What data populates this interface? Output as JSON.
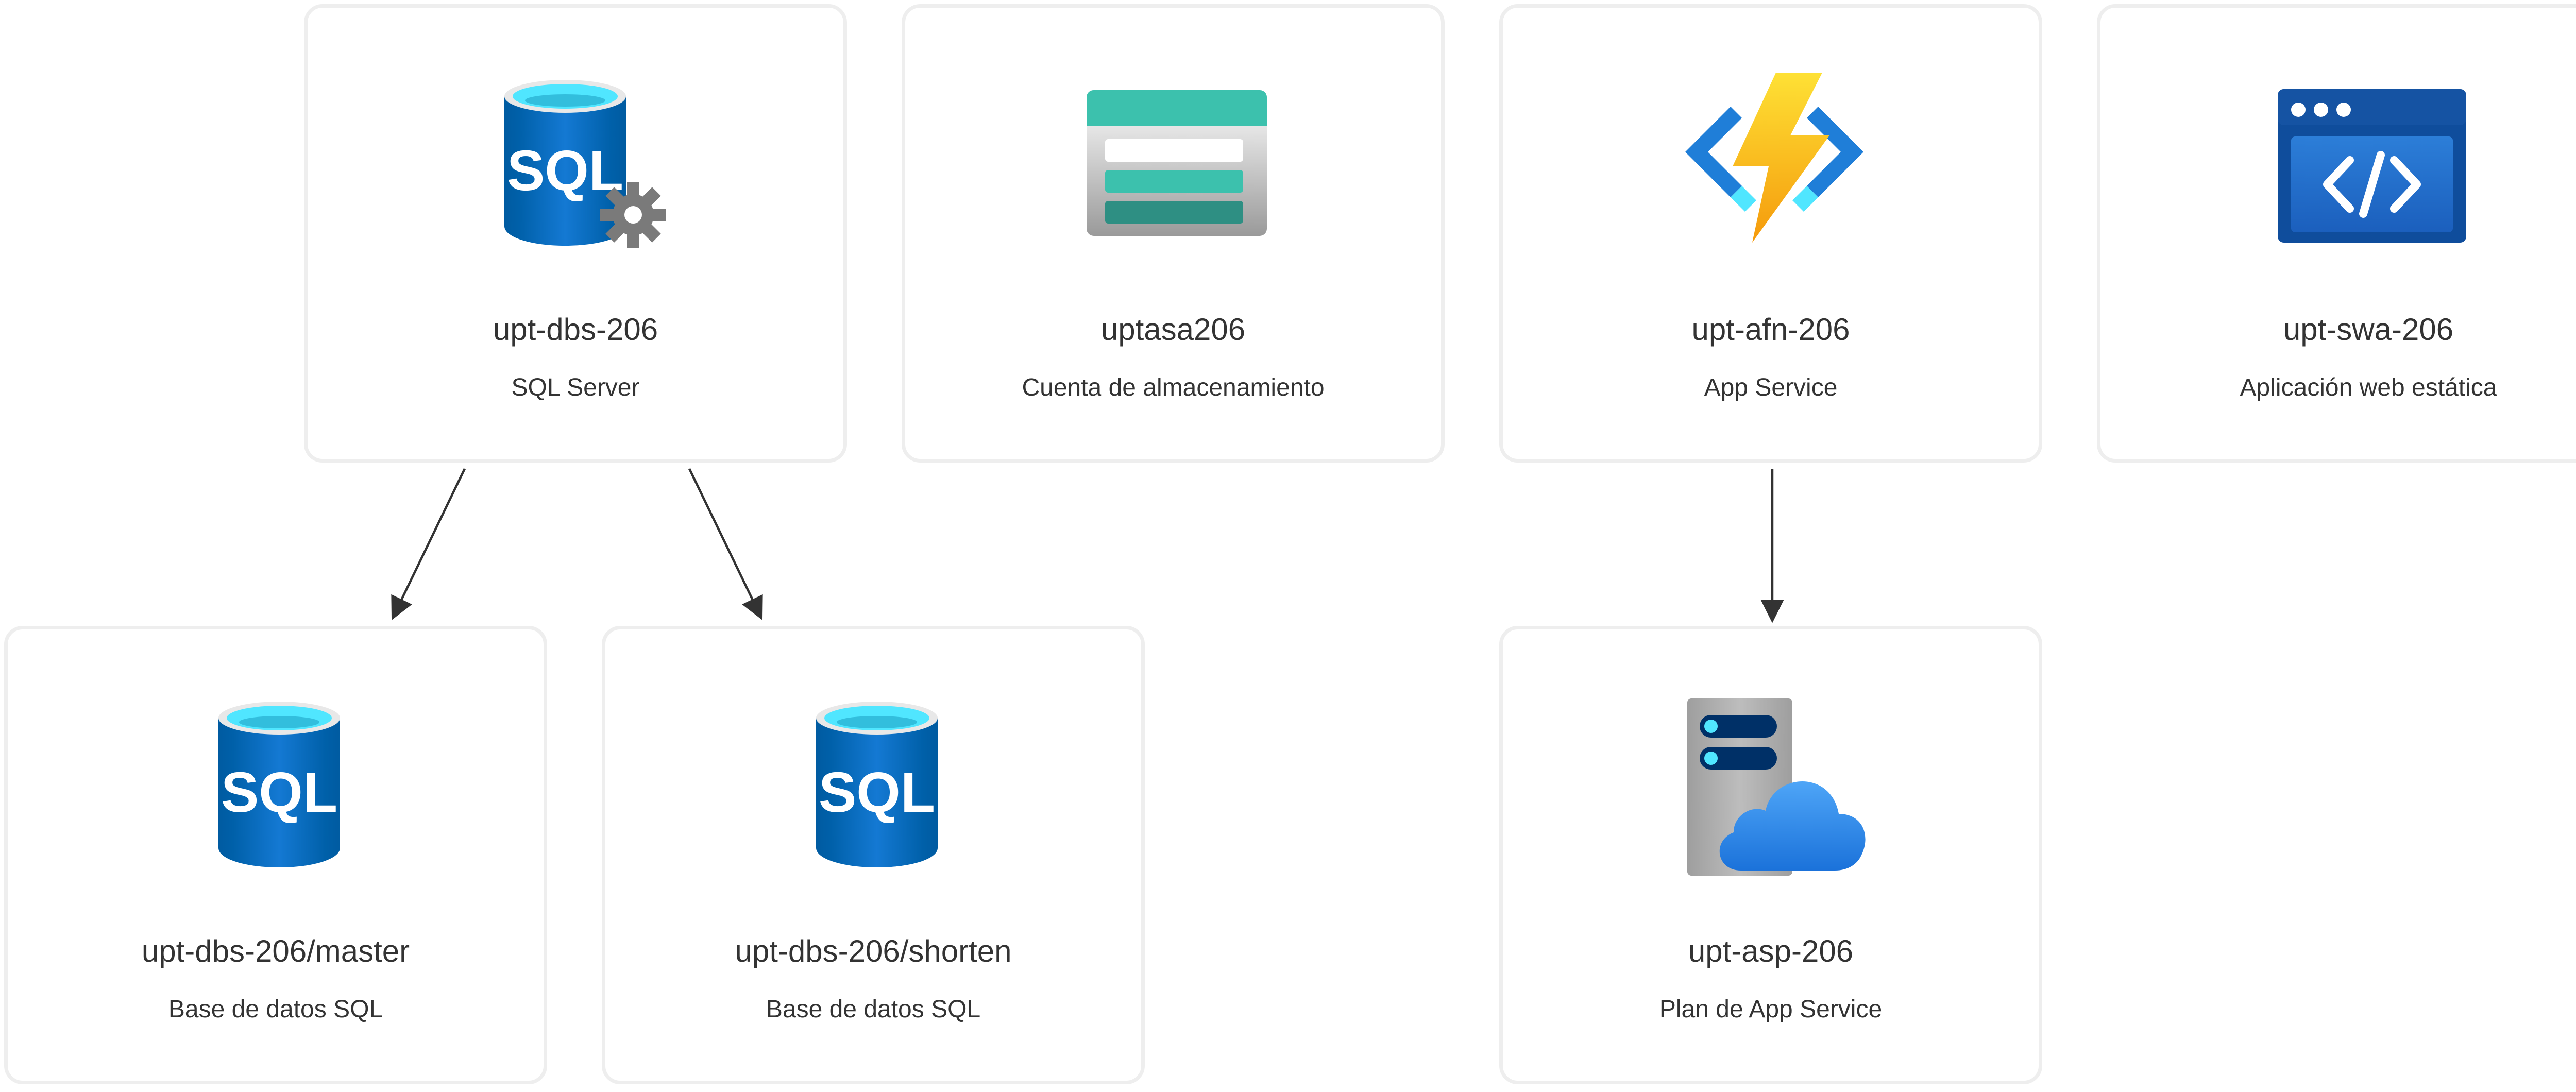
{
  "nodes": [
    {
      "id": "sqlserver",
      "name": "upt-dbs-206",
      "kind": "SQL Server",
      "icon": "sql-server-icon"
    },
    {
      "id": "storage",
      "name": "uptasa206",
      "kind": "Cuenta de almacenamiento",
      "icon": "storage-account-icon"
    },
    {
      "id": "functionapp",
      "name": "upt-afn-206",
      "kind": "App Service",
      "icon": "function-app-icon"
    },
    {
      "id": "staticweb",
      "name": "upt-swa-206",
      "kind": "Aplicación web estática",
      "icon": "static-web-app-icon"
    },
    {
      "id": "dbmaster",
      "name": "upt-dbs-206/master",
      "kind": "Base de datos SQL",
      "icon": "sql-database-icon"
    },
    {
      "id": "dbshorten",
      "name": "upt-dbs-206/shorten",
      "kind": "Base de datos SQL",
      "icon": "sql-database-icon"
    },
    {
      "id": "appplan",
      "name": "upt-asp-206",
      "kind": "Plan de App Service",
      "icon": "app-service-plan-icon"
    }
  ],
  "edges": [
    {
      "from": "upt-dbs-206",
      "to": "upt-dbs-206/master"
    },
    {
      "from": "upt-dbs-206",
      "to": "upt-dbs-206/shorten"
    },
    {
      "from": "upt-afn-206",
      "to": "upt-asp-206"
    }
  ],
  "colors": {
    "card_border": "#eeeeee",
    "text": "#333333",
    "edge": "#333333",
    "sql_blue": "#0f6ac7",
    "storage_teal": "#3cc1ad",
    "function_yellow": "#fcd116",
    "static_web_blue": "#1f64c0",
    "cloud_blue": "#3b8df0"
  }
}
